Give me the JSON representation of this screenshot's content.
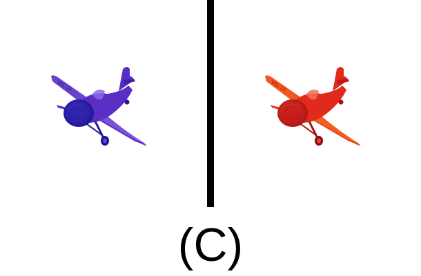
{
  "caption": "(C)",
  "divider_color": "#000000",
  "planes": [
    {
      "icon": "toy-airplane-icon",
      "tail_text": "VAL-15",
      "colors": {
        "base": "#5a2ec4",
        "light": "#7a52d8",
        "dark": "#1f1a9a",
        "deep": "#1a128a"
      }
    },
    {
      "icon": "toy-airplane-icon",
      "tail_text": "VAL-15",
      "colors": {
        "base": "#e83a1e",
        "light": "#f06020",
        "dark": "#c41818",
        "deep": "#a81010"
      }
    }
  ]
}
